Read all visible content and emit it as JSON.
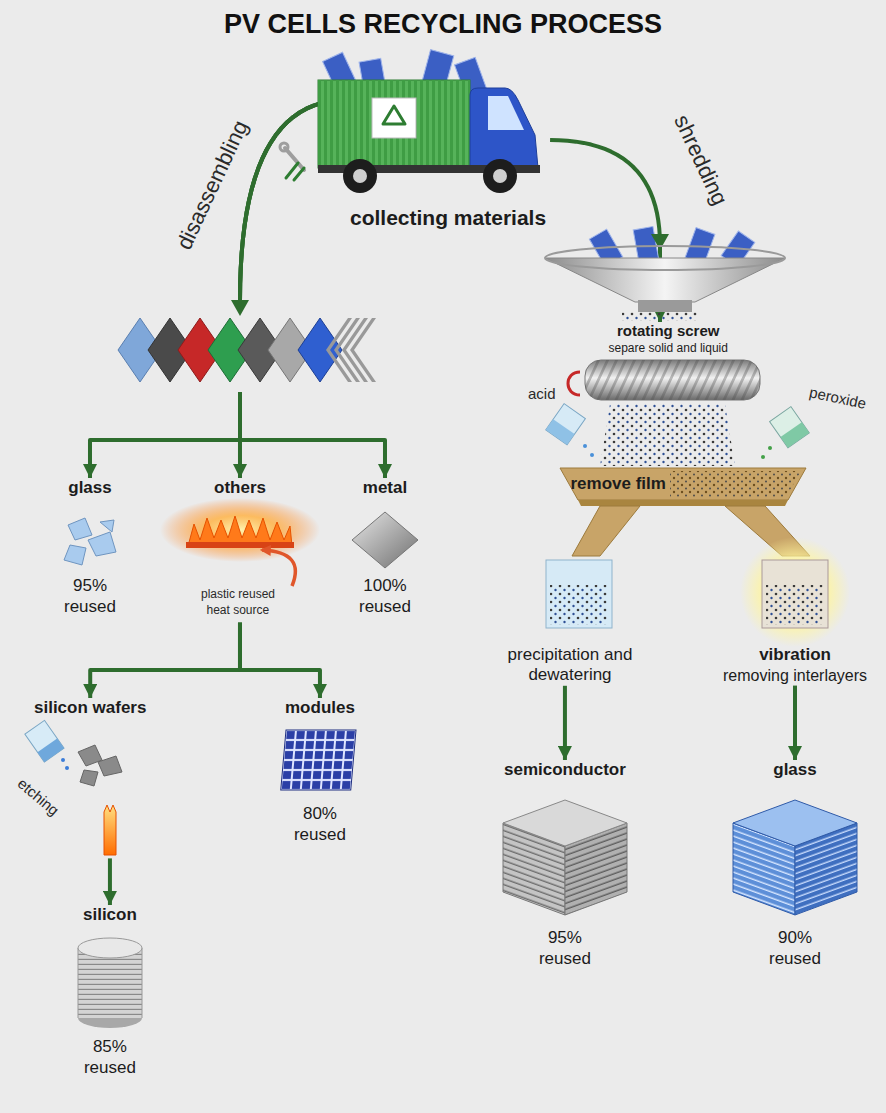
{
  "diagram": {
    "title": "PV CELLS RECYCLING PROCESS",
    "nodes": [
      {
        "text": [
          "collecting materials"
        ]
      },
      {
        "text": [
          "glass",
          "95% reused"
        ]
      },
      {
        "text": [
          "others"
        ]
      },
      {
        "text": [
          "metal",
          "100% reused"
        ]
      },
      {
        "text": [
          "silicon wafers"
        ]
      },
      {
        "text": [
          "modules",
          "80% reused"
        ]
      },
      {
        "text": [
          "silicon",
          "85% reused"
        ]
      },
      {
        "text": [
          "rotating screw",
          "separe solid and liquid"
        ]
      },
      {
        "text": [
          "remove film"
        ]
      },
      {
        "text": [
          "precipitation and dewatering"
        ]
      },
      {
        "text": [
          "vibration",
          "removing interlayers"
        ]
      },
      {
        "text": [
          "semiconductor",
          "95% reused"
        ]
      },
      {
        "text": [
          "glass",
          "90% reused"
        ]
      }
    ],
    "edges": [
      {
        "from": 0,
        "to": 1,
        "arrow": "to"
      },
      {
        "from": 0,
        "to": 2,
        "arrow": "to"
      },
      {
        "from": 0,
        "to": 3,
        "arrow": "to"
      },
      {
        "from": 2,
        "to": 4,
        "arrow": "to"
      },
      {
        "from": 2,
        "to": 5,
        "arrow": "to"
      },
      {
        "from": 4,
        "to": 6,
        "arrow": "to"
      },
      {
        "from": 0,
        "to": 7,
        "arrow": "to"
      },
      {
        "from": 9,
        "to": 11,
        "arrow": "to"
      },
      {
        "from": 10,
        "to": 12,
        "arrow": "to"
      }
    ],
    "labels": [
      "disassembling",
      "shredding",
      "plastic reused",
      "heat source",
      "etching",
      "acid",
      "peroxide"
    ]
  }
}
